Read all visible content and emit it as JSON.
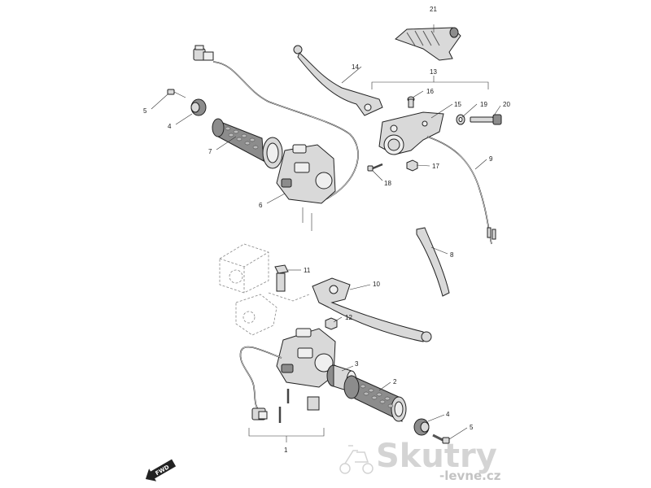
{
  "callouts": {
    "c1": "1",
    "c2": "2",
    "c3": "3",
    "c4a": "4",
    "c4b": "4",
    "c5a": "5",
    "c5b": "5",
    "c6": "6",
    "c7": "7",
    "c8": "8",
    "c9": "9",
    "c10": "10",
    "c11": "11",
    "c12": "12",
    "c13": "13",
    "c14": "14",
    "c15": "15",
    "c16": "16",
    "c17": "17",
    "c18": "18",
    "c19": "19",
    "c20": "20",
    "c21": "21"
  },
  "direction": {
    "label": "FWD"
  },
  "watermark": {
    "brand": "Skutry",
    "domain": "-levne.cz"
  }
}
